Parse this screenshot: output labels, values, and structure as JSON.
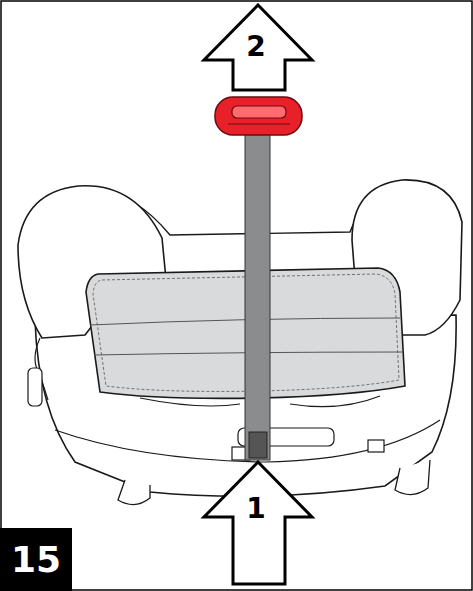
{
  "diagram": {
    "labels": [
      "2",
      "1",
      "15"
    ]
  }
}
